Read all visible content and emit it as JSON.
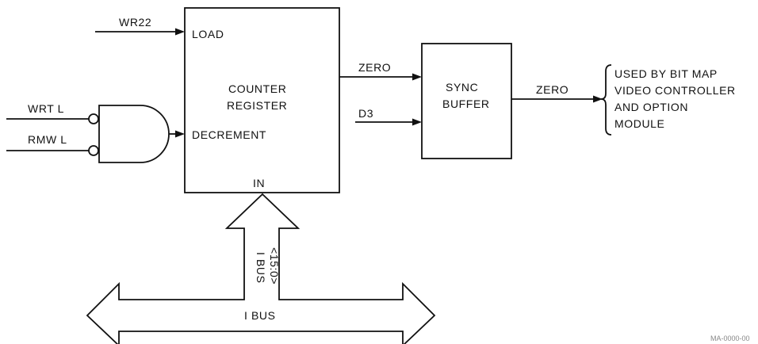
{
  "labels": {
    "wr22": "WR22",
    "load": "LOAD",
    "counter_line1": "COUNTER",
    "counter_line2": "REGISTER",
    "decrement": "DECREMENT",
    "in": "IN",
    "wrt_l": "WRT L",
    "rmw_l": "RMW L",
    "zero_to_sync": "ZERO",
    "d3": "D3",
    "sync_line1": "SYNC",
    "sync_line2": "BUFFER",
    "zero_out": "ZERO",
    "used_line1": "USED BY BIT MAP",
    "used_line2": "VIDEO CONTROLLER",
    "used_line3": "AND OPTION",
    "used_line4": "MODULE",
    "ibus_vertical_1": "I BUS",
    "ibus_vertical_2": "<15:0>",
    "ibus_horizontal": "I BUS",
    "figure_code": "MA-0000-00"
  },
  "colors": {
    "ink": "#111111",
    "background": "#ffffff"
  }
}
